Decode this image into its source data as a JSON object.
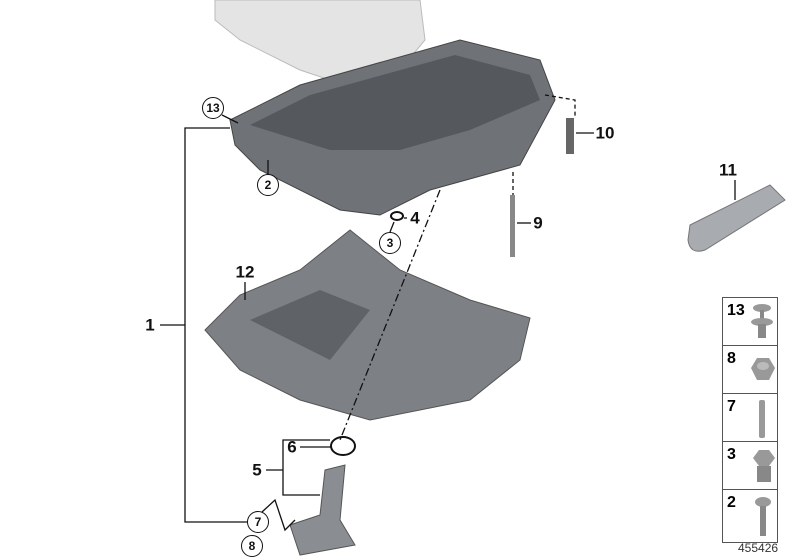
{
  "diagram_id": "455426",
  "callouts": {
    "c1": "1",
    "c2": "2",
    "c3": "3",
    "c4": "4",
    "c5": "5",
    "c6": "6",
    "c7": "7",
    "c8": "8",
    "c9": "9",
    "c10": "10",
    "c11": "11",
    "c12": "12",
    "c13": "13"
  },
  "legend": [
    {
      "label": "13",
      "icon": "push-rivet"
    },
    {
      "label": "8",
      "icon": "hex-nut"
    },
    {
      "label": "7",
      "icon": "stud"
    },
    {
      "label": "3",
      "icon": "hex-plug"
    },
    {
      "label": "2",
      "icon": "flange-bolt"
    }
  ],
  "colors": {
    "part": "#7a7d82",
    "part_light": "#a9acb0",
    "engine": "#e6e6e6",
    "line": "#111111"
  }
}
